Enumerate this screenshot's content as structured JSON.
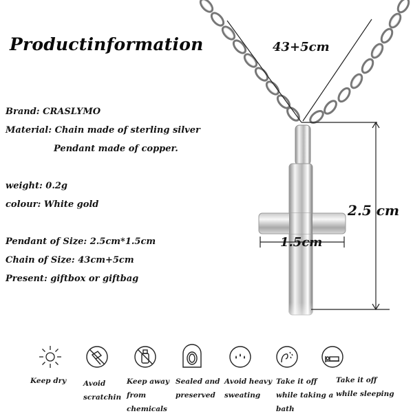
{
  "title": "Productinformation",
  "info": {
    "brand": "Brand: CRASLYMO",
    "material": "Material: Chain made of sterling silver",
    "material_cont": "Pendant made of copper.",
    "weight": "weight: 0.2g",
    "colour": "colour: White gold",
    "pendant_size": "Pendant of Size: 2.5cm*1.5cm",
    "chain_size": "Chain of Size: 43cm+5cm",
    "present": "Present: giftbox or giftbag"
  },
  "dimensions": {
    "chain": "43+5cm",
    "height": "2.5 cm",
    "width": "1.5cm"
  },
  "care": [
    {
      "icon": "sun-icon",
      "lines": [
        "Keep dry"
      ]
    },
    {
      "icon": "no-scratch-icon",
      "lines": [
        "Avoid",
        "scratchin"
      ]
    },
    {
      "icon": "no-chemicals-icon",
      "lines": [
        "Keep away",
        "from",
        "chemicals"
      ]
    },
    {
      "icon": "sealed-ring-icon",
      "lines": [
        "Sealed and",
        "preserved"
      ]
    },
    {
      "icon": "sweat-drops-icon",
      "lines": [
        "Avoid heavy",
        "sweating"
      ]
    },
    {
      "icon": "bath-icon",
      "lines": [
        "Take it off",
        "while taking a",
        "bath"
      ]
    },
    {
      "icon": "sleep-icon",
      "lines": [
        "Take it off",
        "while sleeping"
      ]
    }
  ]
}
